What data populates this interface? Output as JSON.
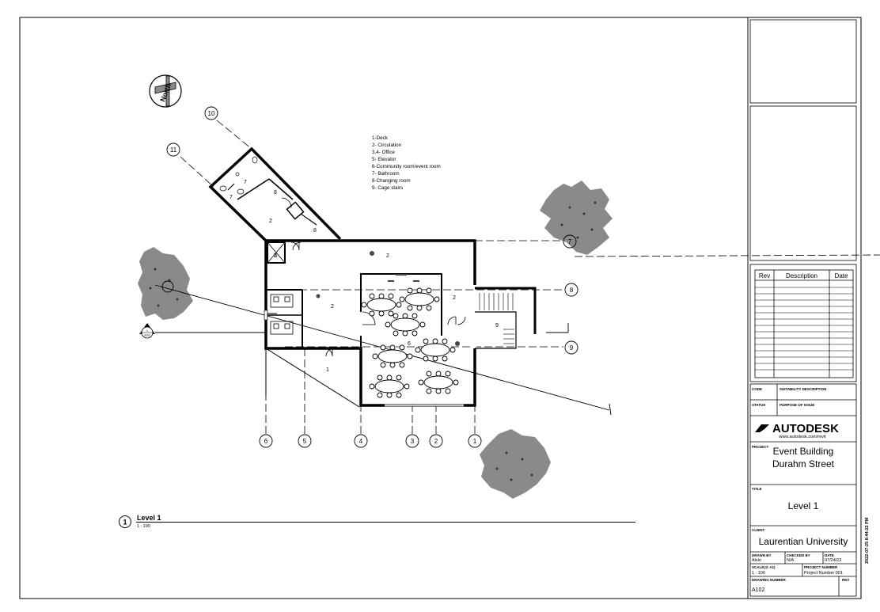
{
  "legend": {
    "items": [
      "1-Deck",
      "2- Circulation",
      "3,4- Office",
      "5- Elevator",
      "6-Community room/event room",
      "7- Bathroom",
      "8-Changing room",
      "9- Cage stairs"
    ]
  },
  "north_label": "North",
  "grid_bubbles": [
    "1",
    "2",
    "3",
    "4",
    "5",
    "6",
    "7",
    "8",
    "9",
    "10",
    "11"
  ],
  "room_tags": [
    "1",
    "2",
    "2",
    "2",
    "2",
    "2",
    "5",
    "6",
    "7",
    "7",
    "8",
    "8",
    "9"
  ],
  "view_title": {
    "number": "1",
    "name": "Level 1",
    "scale": "1 : 100"
  },
  "section_marker": {
    "number": "1",
    "sheet": "A102"
  },
  "revision_table": {
    "headers": [
      "Rev",
      "Description",
      "Date"
    ],
    "empty_rows": 14
  },
  "code_row": {
    "label": "CODE",
    "value": "SUITABILITY DESCRIPTION"
  },
  "status_row": {
    "label": "STATUS",
    "value": "PURPOSE OF ISSUE"
  },
  "brand": {
    "name": "AUTODESK",
    "url": "www.autodesk.com/revit"
  },
  "project": {
    "label": "PROJECT",
    "line1": "Event Building",
    "line2": "Durahm Street"
  },
  "title": {
    "label": "TITLE",
    "value": "Level 1"
  },
  "client": {
    "label": "CLIENT",
    "value": "Laurentian University"
  },
  "drawn_by": {
    "label": "DRAWN BY",
    "value": "Alsin"
  },
  "checked_by": {
    "label": "CHECKED BY",
    "value": "N/A"
  },
  "date": {
    "label": "DATE",
    "value": "07/24/22"
  },
  "scale": {
    "label": "SCALE(@ A1)",
    "value": "1 : 100"
  },
  "project_number": {
    "label": "PROJECT NUMBER",
    "value": "Project Number:001"
  },
  "drawing_number": {
    "label": "DRAWING NUMBER",
    "value": "A102"
  },
  "rev": {
    "label": "REV",
    "value": ""
  },
  "print_stamp": "2022-07-25 8:44:22 PM"
}
